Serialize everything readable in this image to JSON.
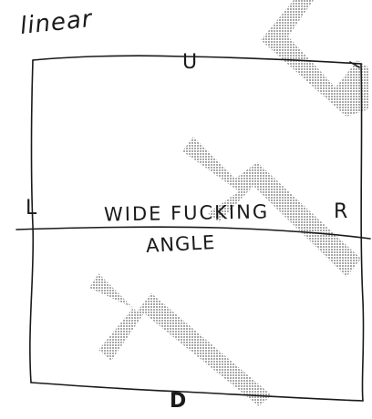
{
  "title": "linear",
  "labels": {
    "up": "U",
    "left": "L",
    "right": "R",
    "down": "D"
  },
  "caption": {
    "line1": "WIDE FUCKING",
    "line2": "ANGLE"
  },
  "colors": {
    "ink": "#1a1a1a",
    "shape_fill": "#bdbdbd"
  }
}
